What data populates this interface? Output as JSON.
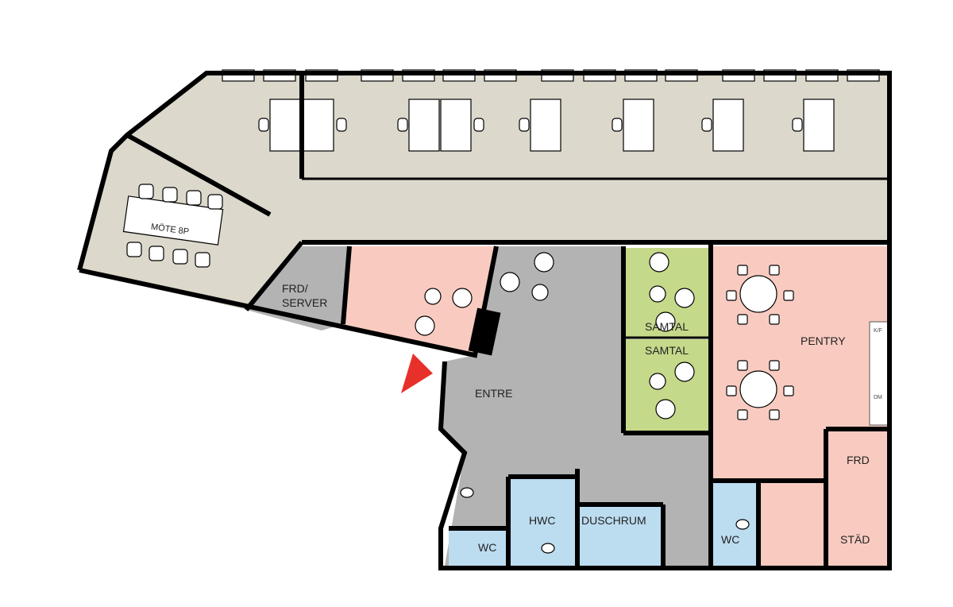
{
  "colors": {
    "office": "#dcd8cb",
    "lounge": "#f9cbc0",
    "common": "#b3b3b3",
    "meeting": "#c5d98a",
    "wet": "#bcdcf0",
    "entrance_marker": "#e8302a"
  },
  "rooms": {
    "mote": "MÖTE 8P",
    "server_line1": "FRD/",
    "server_line2": "SERVER",
    "entre": "ENTRE",
    "samtal_1": "SAMTAL",
    "samtal_2": "SAMTAL",
    "pentry": "PENTRY",
    "frd": "FRD",
    "stad": "STÄD",
    "hwc": "HWC",
    "duschrum": "DUSCHRUM",
    "wc_left": "WC",
    "wc_right": "WC"
  },
  "appliances": {
    "fridge": "K/F",
    "dishwasher": "DM"
  }
}
